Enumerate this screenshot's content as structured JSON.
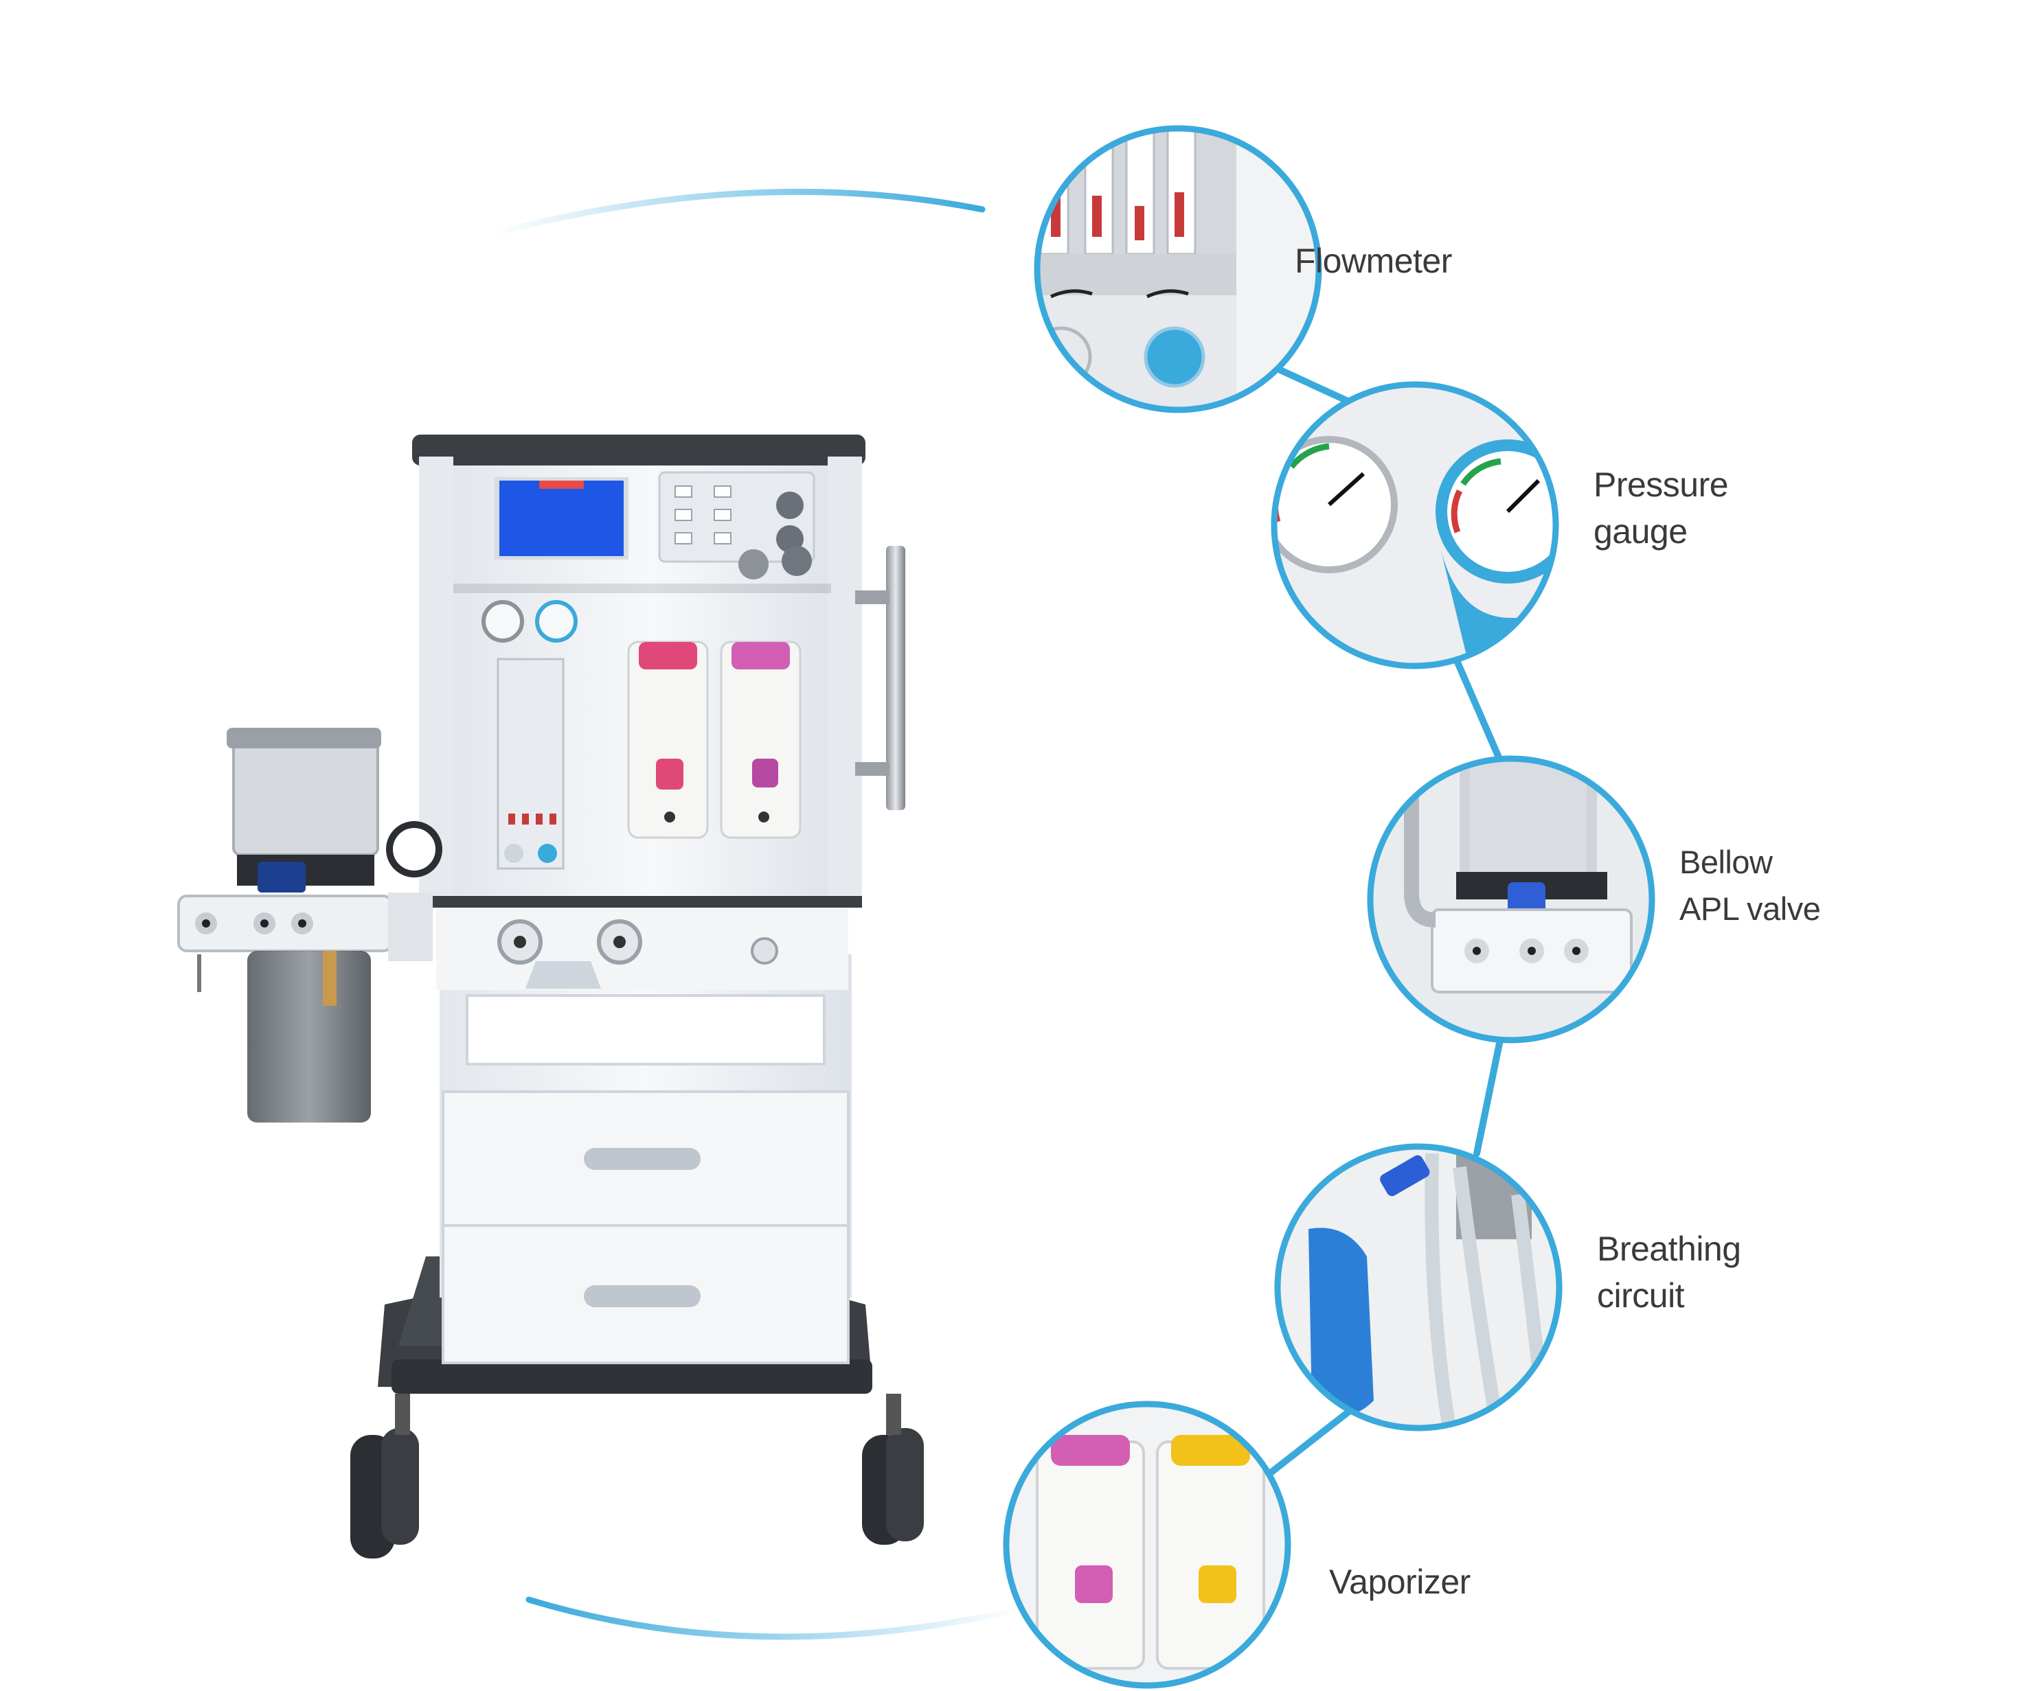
{
  "colors": {
    "accent": "#3aa9dc",
    "cart_white": "#f1f3f6",
    "cart_dark": "#3b3f44",
    "screen_blue": "#1e57e6",
    "vaporizer_pink": "#e1487a",
    "vaporizer_magenta": "#d25fb3",
    "vaporizer_yellow": "#f2c21b",
    "bag_blue": "#2c7fd6"
  },
  "callouts": {
    "flowmeter": [
      "Flowmeter"
    ],
    "pressure_gauge": [
      "Pressure",
      "gauge"
    ],
    "bellow": [
      "Bellow",
      "APL valve"
    ],
    "breathing_circuit": [
      "Breathing",
      "circuit"
    ],
    "vaporizer": [
      "Vaporizer"
    ]
  }
}
